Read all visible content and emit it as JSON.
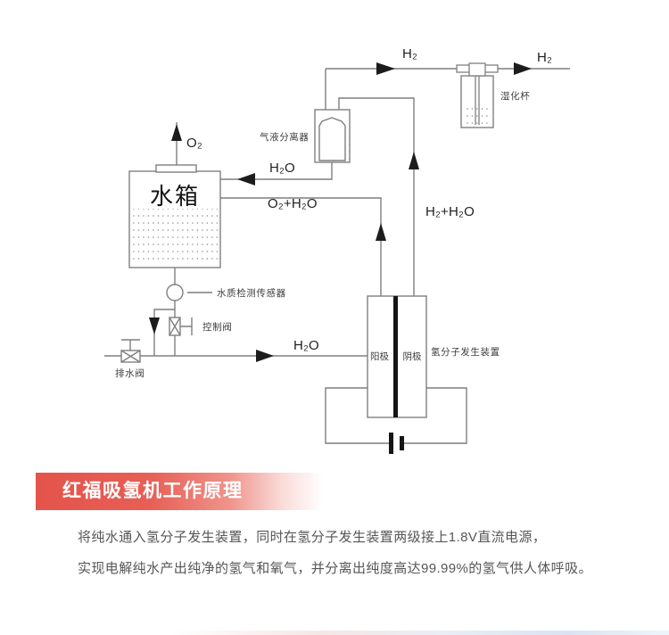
{
  "diagram": {
    "labels": {
      "o2": "O₂",
      "h2o_return": "H₂O",
      "o2_h2o": "O₂+H₂O",
      "h2_h2o": "H₂+H₂O",
      "h2_mid": "H₂",
      "h2_out": "H₂",
      "h2o_feed": "H₂O",
      "tank": "水箱",
      "separator": "气液分离器",
      "humidifier": "湿化杯",
      "sensor": "水质检测传感器",
      "control_valve": "控制阀",
      "drain_valve": "排水阀",
      "anode": "阳极",
      "cathode": "阴极",
      "generator": "氢分子发生装置"
    },
    "colors": {
      "pipe_line": "#7f7f7f",
      "arrow": "#1c1c1c",
      "membrane": "#151515",
      "water_dots": "#8f8f8f"
    }
  },
  "banner": {
    "title": "红福吸氢机工作原理",
    "accent_color": "#e4544b",
    "text_color": "#ffffff"
  },
  "description": {
    "line1": "将纯水通入氢分子发生装置，同时在氢分子发生装置两级接上1.8V直流电源，",
    "line2": "实现电解纯水产出纯净的氢气和氧气，并分离出纯度高达99.99%的氢气供人体呼吸。"
  }
}
